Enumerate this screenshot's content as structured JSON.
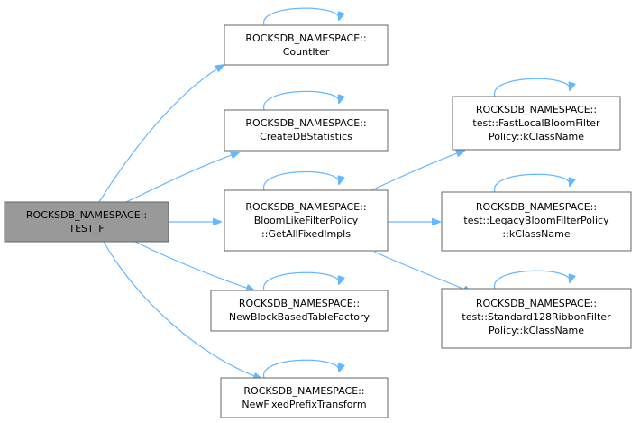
{
  "nodes": {
    "test_f": {
      "line1": "ROCKSDB_NAMESPACE::",
      "line2": "TEST_F"
    },
    "count_iter": {
      "line1": "ROCKSDB_NAMESPACE::",
      "line2": "CountIter"
    },
    "create_db_statistics": {
      "line1": "ROCKSDB_NAMESPACE::",
      "line2": "CreateDBStatistics"
    },
    "get_all_fixed_impls": {
      "line1": "ROCKSDB_NAMESPACE::",
      "line2": "BloomLikeFilterPolicy",
      "line3": "::GetAllFixedImpls"
    },
    "new_block_based_table_factory": {
      "line1": "ROCKSDB_NAMESPACE::",
      "line2": "NewBlockBasedTableFactory"
    },
    "new_fixed_prefix_transform": {
      "line1": "ROCKSDB_NAMESPACE::",
      "line2": "NewFixedPrefixTransform"
    },
    "fast_local_bloom": {
      "line1": "ROCKSDB_NAMESPACE::",
      "line2": "test::FastLocalBloomFilter",
      "line3": "Policy::kClassName"
    },
    "legacy_bloom": {
      "line1": "ROCKSDB_NAMESPACE::",
      "line2": "test::LegacyBloomFilterPolicy",
      "line3": "::kClassName"
    },
    "standard128_ribbon": {
      "line1": "ROCKSDB_NAMESPACE::",
      "line2": "test::Standard128RibbonFilter",
      "line3": "Policy::kClassName"
    }
  },
  "colors": {
    "edge": "#63b8ff",
    "root_fill": "#999999",
    "node_border": "#666666",
    "node_fill": "#ffffff"
  }
}
